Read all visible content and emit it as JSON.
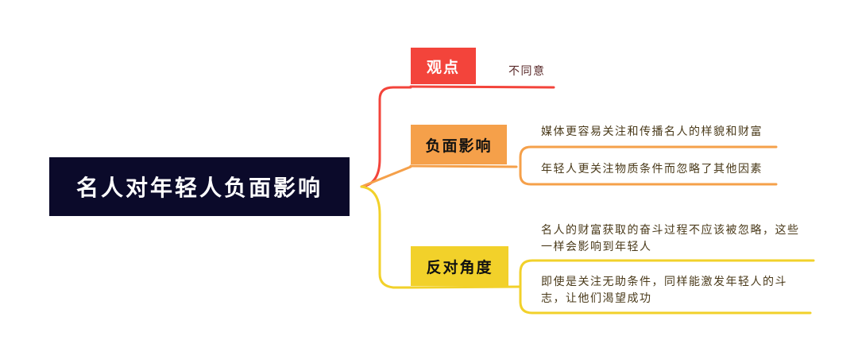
{
  "root": {
    "label": "名人对年轻人负面影响"
  },
  "branches": [
    {
      "label": "观点",
      "color": "#f3443b",
      "children": [
        "不同意"
      ]
    },
    {
      "label": "负面影响",
      "color": "#f5a04a",
      "children": [
        "媒体更容易关注和传播名人的样貌和财富",
        "年轻人更关注物质条件而忽略了其他因素"
      ]
    },
    {
      "label": "反对角度",
      "color": "#f2d12a",
      "children": [
        "名人的财富获取的奋斗过程不应该被忽略，这些一样会影响到年轻人",
        "即使是关注无助条件，同样能激发年轻人的斗志，让他们渴望成功"
      ]
    }
  ]
}
